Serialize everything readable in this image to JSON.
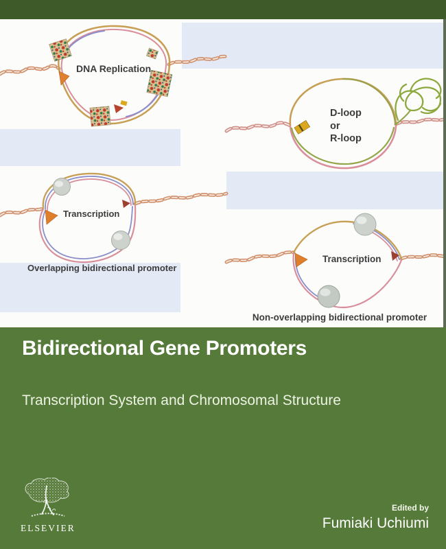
{
  "cover": {
    "title": "Bidirectional Gene Promoters",
    "subtitle": "Transcription System and Chromosomal Structure",
    "edited_by_label": "Edited by",
    "editor_name": "Fumiaki Uchiumi",
    "publisher": {
      "name": "ELSEVIER",
      "logo_icon": "elsevier-tree-logo"
    }
  },
  "artwork": {
    "panels": [
      {
        "id": "dna-replication",
        "label": "DNA Replication"
      },
      {
        "id": "d-loop-r-loop",
        "label_lines": [
          "D-loop",
          "or",
          "R-loop"
        ]
      },
      {
        "id": "transcription-overlapping",
        "label": "Transcription",
        "caption": "Overlapping bidirectional promoter"
      },
      {
        "id": "transcription-non-overlapping",
        "label": "Transcription",
        "caption": "Non-overlapping bidirectional promoter"
      }
    ]
  },
  "colors": {
    "cover_green": "#567a3a",
    "top_bar_green": "#3e5a28",
    "band_blue": "#e4eaf5",
    "right_strip_green": "#5e6b55",
    "label_text": "#3c3c3c",
    "strand_tan": "#c7a055",
    "strand_pink": "#d98f9b",
    "strand_purple": "#8a8ecb",
    "strand_olive": "#94a64a",
    "chromatin_fiber": "#d1926f",
    "promoter_arrow_orange": "#df7f2c",
    "polymerase_sphere_gray": "#cdd3cc"
  }
}
